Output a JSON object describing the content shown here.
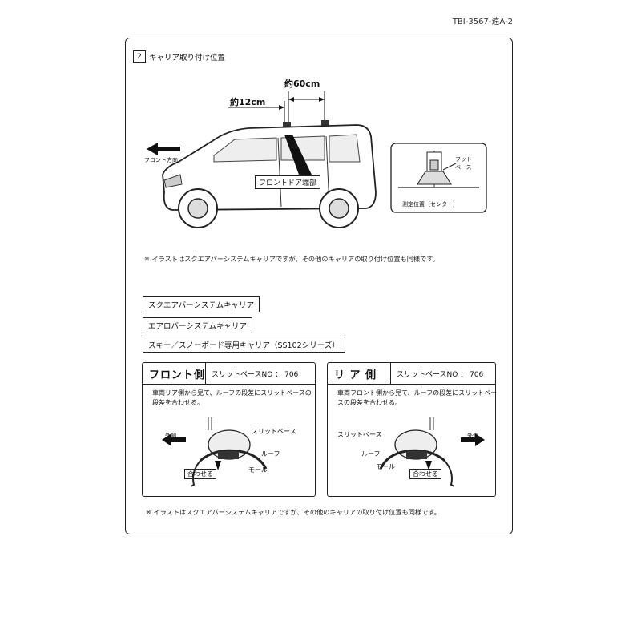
{
  "doc_id": "TBI-3567-遠A-2",
  "section": {
    "number": "2",
    "title": "キャリア取り付け位置"
  },
  "dimensions": {
    "d60": "約60cm",
    "d12": "約12cm"
  },
  "car_labels": {
    "front_direction": "フロント方向",
    "front_door_end": "フロントドア端部"
  },
  "foot_detail": {
    "foot_base": "フット\nベース",
    "measure_position": "測定位置（センター）"
  },
  "note": "※ イラストはスクエアバーシステムキャリアですが、その他のキャリアの取り付け位置も同様です。",
  "carrier_types": [
    "スクエアバーシステムキャリア",
    "エアロバーシステムキャリア",
    "スキー／スノーボード専用キャリア（SS102シリーズ）"
  ],
  "front_panel": {
    "side": "フロント側",
    "slit_base": "スリットベースNO ： 706",
    "instruction": "車両リア側から見て、ルーフの段差にスリットベースの段差を合わせる。",
    "outside": "外側",
    "slit_label": "スリットベース",
    "roof_label": "ルーフ",
    "mold_label": "モール",
    "align_label": "合わせる"
  },
  "rear_panel": {
    "side": "リ ア 側",
    "slit_base": "スリットベースNO ： 706",
    "instruction": "車両フロント側から見て、ルーフの段差にスリットベースの段差を合わせる。",
    "outside": "外側",
    "slit_label": "スリットベース",
    "roof_label": "ルーフ",
    "mold_label": "モール",
    "align_label": "合わせる"
  },
  "bottom_note": "※ イラストはスクエアバーシステムキャリアですが、その他のキャリアの取り付け位置も同様です。"
}
